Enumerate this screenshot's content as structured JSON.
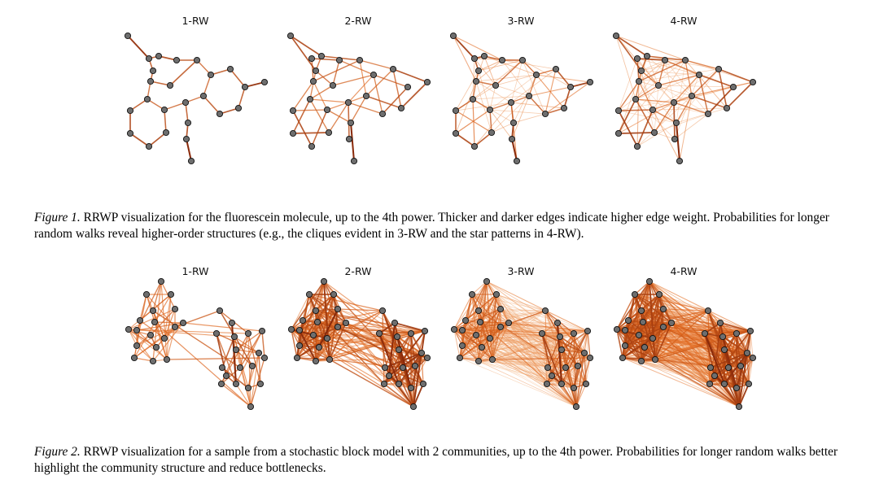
{
  "figures": [
    {
      "id": "fig1",
      "panels": [
        {
          "title": "1-RW",
          "power": 1
        },
        {
          "title": "2-RW",
          "power": 2
        },
        {
          "title": "3-RW",
          "power": 3
        },
        {
          "title": "4-RW",
          "power": 4
        }
      ],
      "caption_label": "Figure 1.",
      "caption_text": " RRWP visualization for the fluorescein molecule, up to the 4th power. Thicker and darker edges indicate higher edge weight. Probabilities for longer random walks reveal higher-order structures (e.g., the cliques evident in 3-RW and the star patterns in 4-RW)."
    },
    {
      "id": "fig2",
      "panels": [
        {
          "title": "1-RW",
          "power": 1
        },
        {
          "title": "2-RW",
          "power": 2
        },
        {
          "title": "3-RW",
          "power": 3
        },
        {
          "title": "4-RW",
          "power": 4
        }
      ],
      "caption_label": "Figure 2.",
      "caption_text": " RRWP visualization for a sample from a stochastic block model with 2 communities, up to the 4th power. Probabilities for longer random walks better highlight the community structure and reduce bottlenecks."
    }
  ],
  "colors": {
    "node_fill": "#6e6e6e",
    "node_stroke": "#111111",
    "edge_dark": "#8a2a0a",
    "edge_mid": "#e0661c",
    "edge_light": "#fbd6b0"
  }
}
